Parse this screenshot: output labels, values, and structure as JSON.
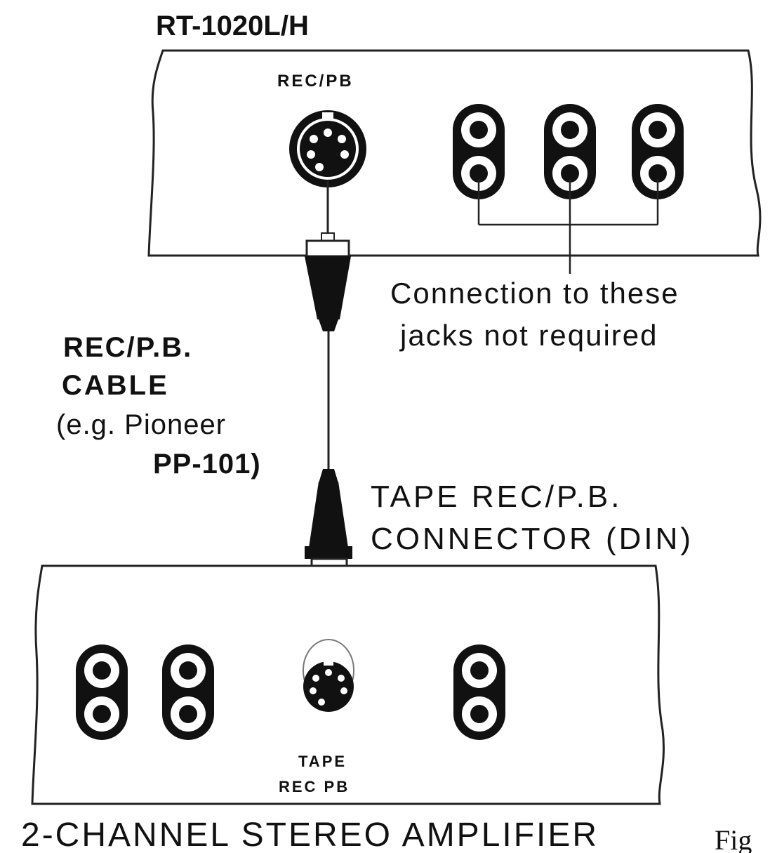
{
  "diagram": {
    "recorder": {
      "title": "RT-1020L/H",
      "socket_label": "REC/PB"
    },
    "note": {
      "line1": "Connection to these",
      "line2": "jacks not required"
    },
    "cable": {
      "line1": "REC/P.B.",
      "line2": "CABLE",
      "line3": "(e.g. Pioneer",
      "line4": "PP-101)"
    },
    "connector": {
      "line1": "TAPE REC/P.B.",
      "line2": "CONNECTOR (DIN)"
    },
    "amplifier": {
      "title": "2-CHANNEL STEREO AMPLIFIER",
      "socket_label_line1": "TAPE",
      "socket_label_line2": "REC PB"
    },
    "figure_label": "Fig"
  }
}
